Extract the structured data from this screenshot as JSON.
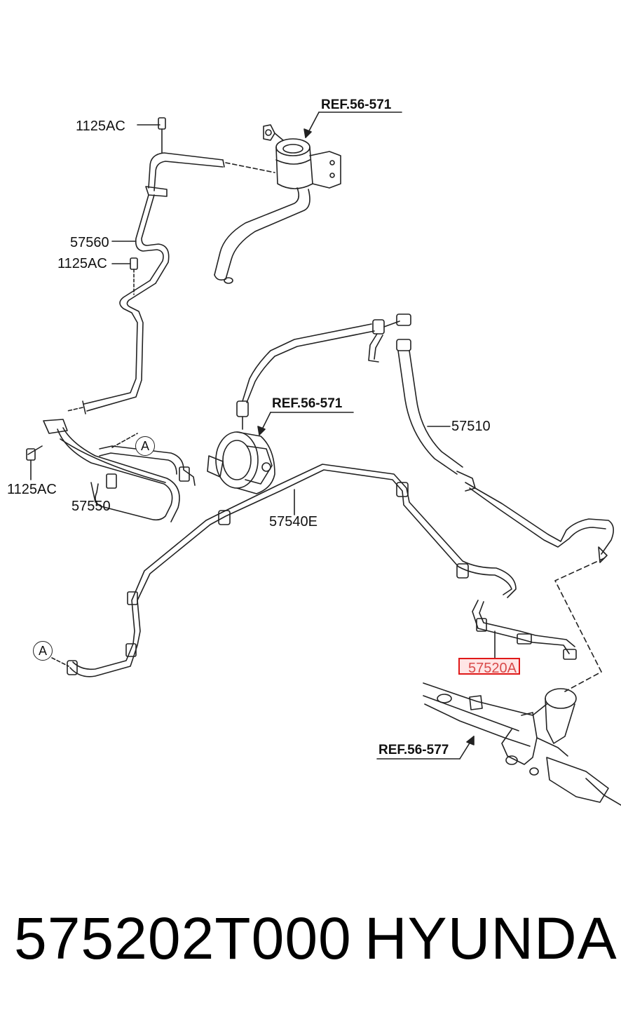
{
  "diagram": {
    "references": {
      "ref_reservoir": "REF.56-571",
      "ref_pump": "REF.56-571",
      "ref_gear": "REF.56-577"
    },
    "parts": {
      "bolt_top": "1125AC",
      "bolt_mid": "1125AC",
      "bolt_left": "1125AC",
      "hose_57560": "57560",
      "cooler_57550": "57550",
      "hose_57510": "57510",
      "tube_57540E": "57540E",
      "tube_57520A": "57520A"
    },
    "markers": {
      "marker_a_upper": "A",
      "marker_a_lower": "A"
    },
    "highlight_color": "#e01919"
  },
  "caption": {
    "part_number": "575202T000",
    "brand": "HYUNDAI"
  }
}
